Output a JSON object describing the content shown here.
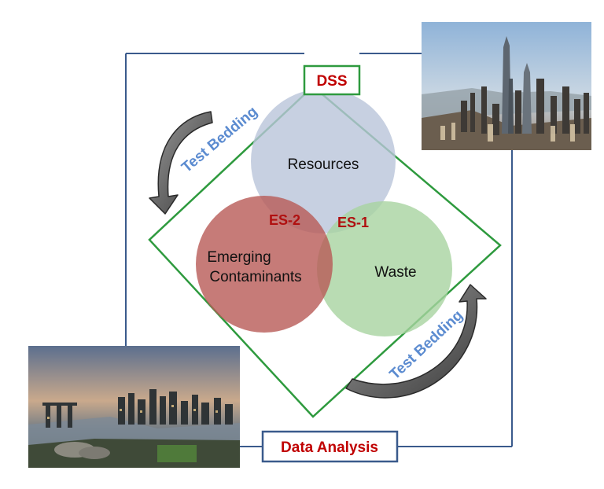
{
  "diagram": {
    "center_label": "DSS",
    "bottom_label": "Data Analysis",
    "circles": [
      {
        "id": "resources",
        "label": "Resources",
        "color": "#b9c4da"
      },
      {
        "id": "emerging",
        "label_lines": [
          "Emerging",
          "Contaminants"
        ],
        "color": "#b85a56"
      },
      {
        "id": "waste",
        "label": "Waste",
        "color": "#a8d3a0"
      }
    ],
    "overlaps": {
      "es2": "ES-2",
      "es1": "ES-1"
    },
    "test_bedding_left": "Test Bedding",
    "test_bedding_right": "Test Bedding",
    "photos": [
      {
        "id": "city-skyline-top-right",
        "subject": "city skyline with tall towers and river"
      },
      {
        "id": "city-skyline-bottom-left",
        "subject": "waterfront city skyline at dusk"
      }
    ]
  },
  "colors": {
    "outer_frame": "#3a5a8c",
    "diamond": "#2e9a3e",
    "red_text": "#c00000",
    "test_bedding_text": "#5b8bd0",
    "arrow": "#555555"
  }
}
